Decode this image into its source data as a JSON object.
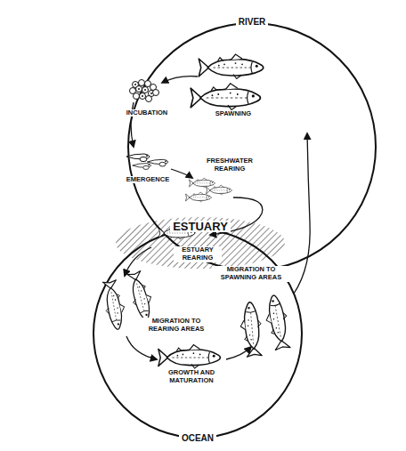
{
  "diagram": {
    "nodes": [
      {
        "text": [
          "RIVER"
        ]
      },
      {
        "text": [
          "OCEAN"
        ]
      },
      {
        "text": [
          "ESTUARY"
        ]
      }
    ],
    "labels": [
      "INCUBATION",
      "SPAWNING",
      "EMERGENCE",
      "FRESHWATER REARING",
      "ESTUARY REARING",
      "MIGRATION TO REARING AREAS",
      "GROWTH AND MATURATION",
      "MIGRATION TO SPAWNING AREAS"
    ]
  }
}
